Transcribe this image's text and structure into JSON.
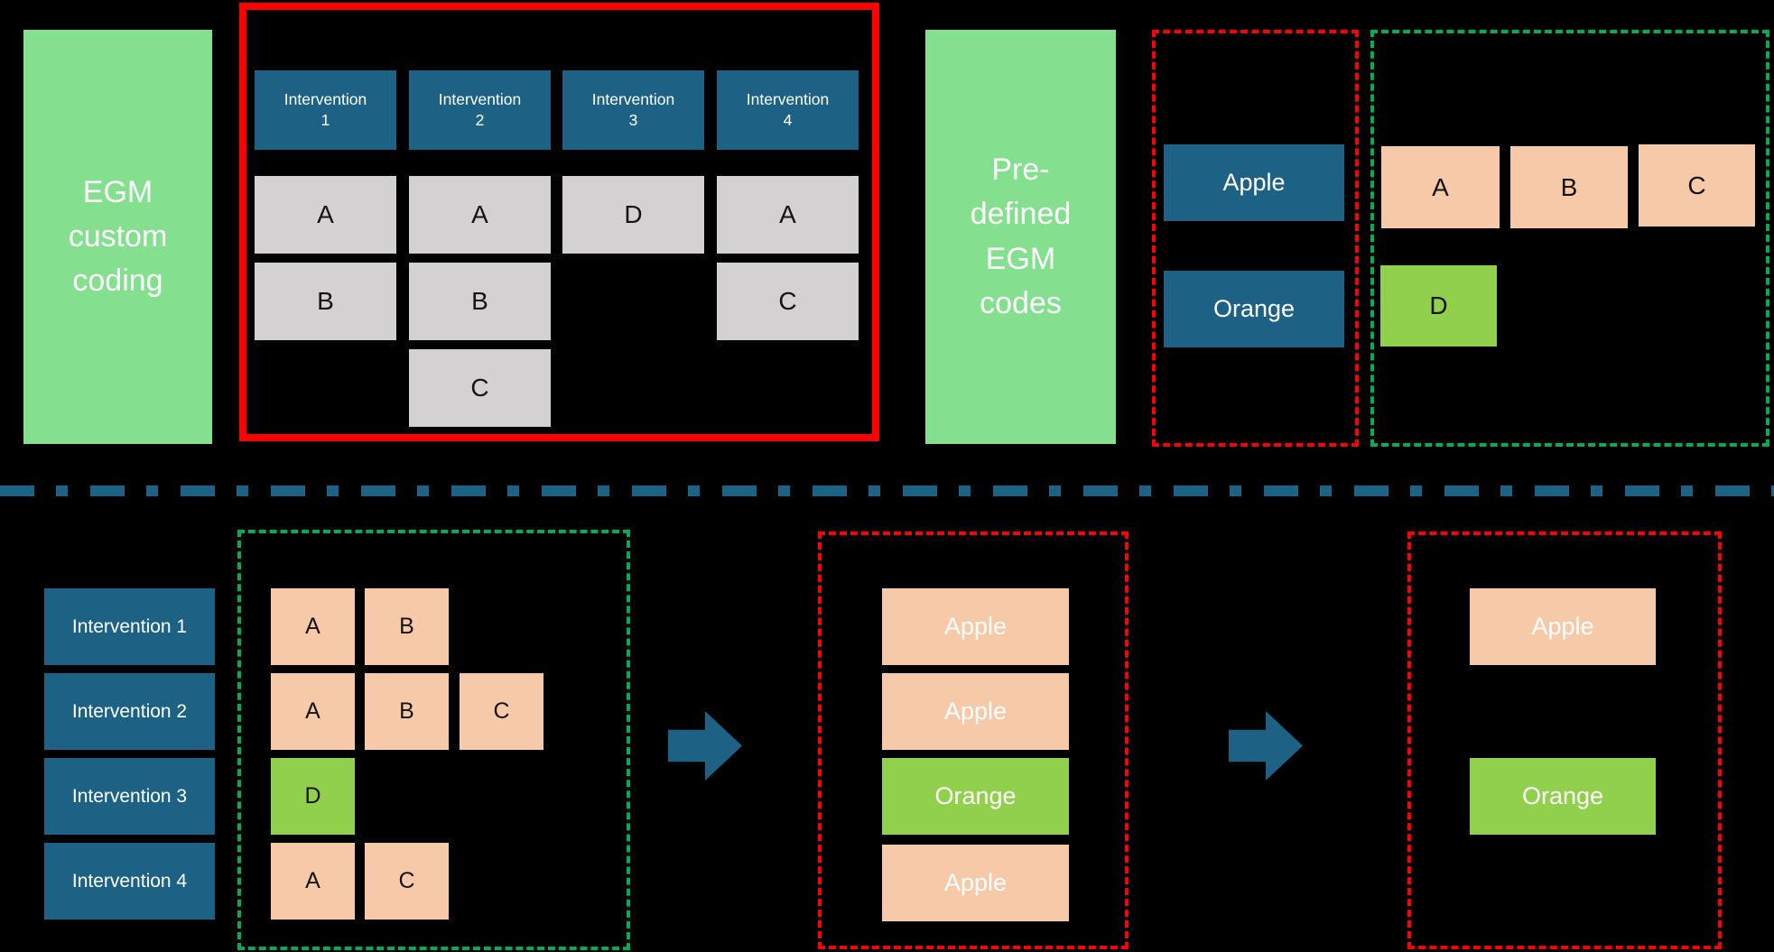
{
  "colors": {
    "background": "#000000",
    "teal_blue": "#1D6285",
    "light_green": "#84DF8F",
    "gray": "#D3D1D1",
    "peach": "#F6C9A9",
    "bright_green": "#90D04D",
    "red_border": "#FF0000",
    "green_dashed_border": "#00AD50"
  },
  "top": {
    "left_label": "EGM custom coding",
    "right_label": "Pre-defined EGM codes",
    "custom_grid": {
      "columns": [
        {
          "header": "Intervention\n1",
          "codes": [
            "A",
            "B"
          ]
        },
        {
          "header": "Intervention\n2",
          "codes": [
            "A",
            "B",
            "C"
          ]
        },
        {
          "header": "Intervention\n3",
          "codes": [
            "D"
          ]
        },
        {
          "header": "Intervention\n4",
          "codes": [
            "A",
            "C"
          ]
        }
      ]
    },
    "predefined": {
      "fruits": [
        "Apple",
        "Orange"
      ],
      "codes": [
        "A",
        "B",
        "C",
        "D"
      ]
    }
  },
  "bottom": {
    "interventions": [
      "Intervention 1",
      "Intervention 2",
      "Intervention 3",
      "Intervention 4"
    ],
    "coding_rows": [
      [
        "A",
        "B"
      ],
      [
        "A",
        "B",
        "C"
      ],
      [
        "D"
      ],
      [
        "A",
        "C"
      ]
    ],
    "mapped": [
      "Apple",
      "Apple",
      "Orange",
      "Apple"
    ],
    "deduplicated": [
      "Apple",
      "Orange"
    ]
  }
}
